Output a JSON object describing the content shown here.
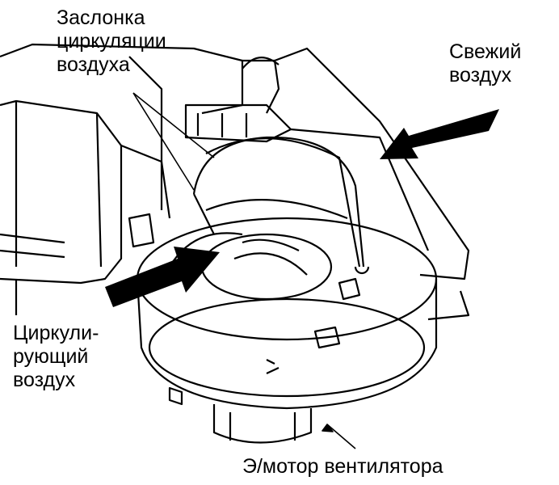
{
  "labels": {
    "flap": "Заслонка\nциркуляции\nвоздуха",
    "fresh_air": "Свежий\nвоздух",
    "recirc_air": "Циркули-\nрующий\nвоздух",
    "motor": "Э/мотор вентилятора"
  },
  "colors": {
    "line": "#000000",
    "background": "#ffffff"
  }
}
